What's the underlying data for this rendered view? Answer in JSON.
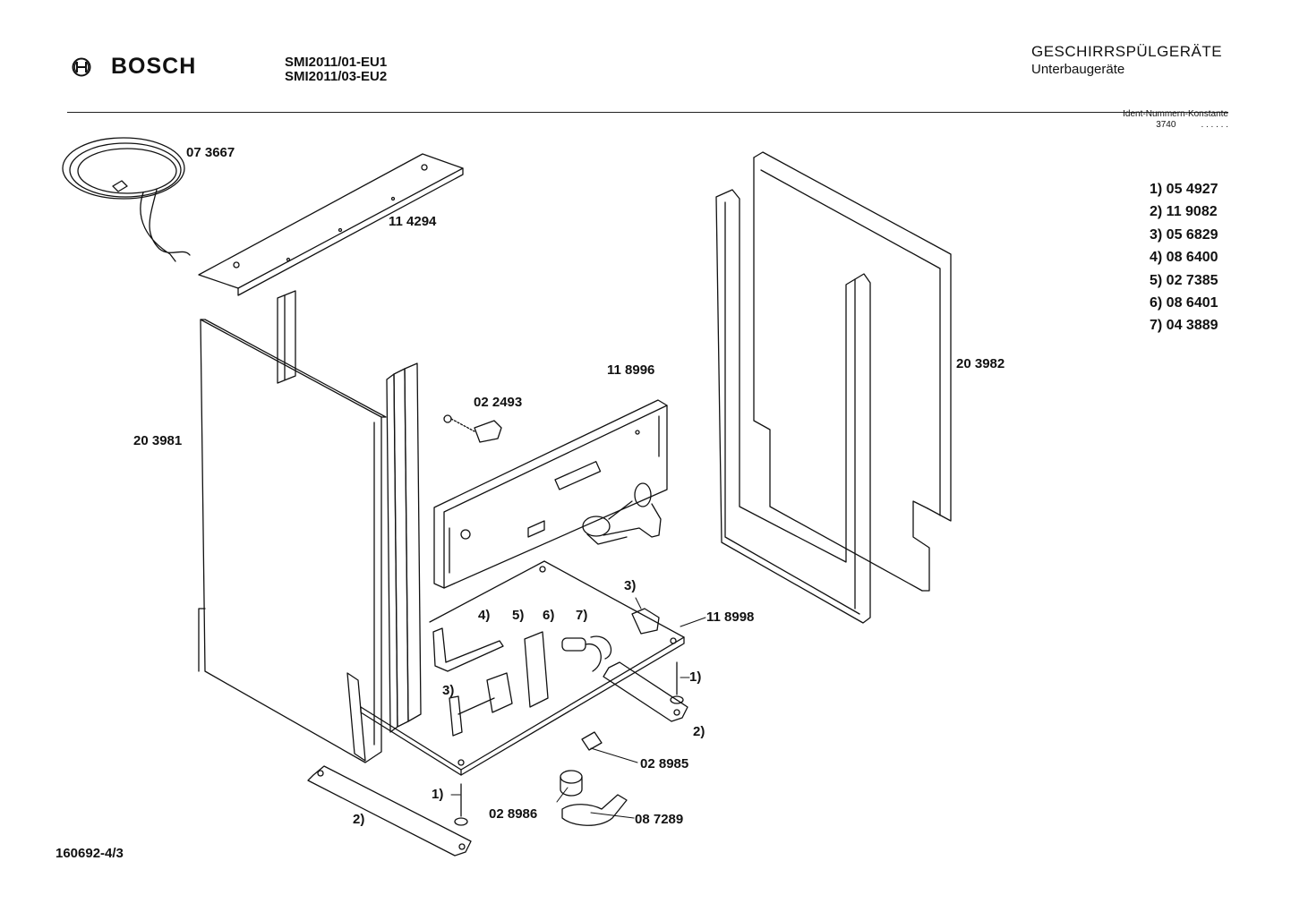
{
  "header": {
    "brand": "BOSCH",
    "models": [
      "SMI2011/01-EU1",
      "SMI2011/03-EU2"
    ],
    "category_title": "GESCHIRRSPÜLGERÄTE",
    "category_subtitle": "Unterbaugeräte",
    "ident_label": "Ident-Nummern-Konstante",
    "ident_code": "3740",
    "ident_dots": ". .   . . . ."
  },
  "legend": [
    "1)  05 4927",
    "2)  11 9082",
    "3)  05 6829",
    "4)  08 6400",
    "5)  02 7385",
    "6)  08 6401",
    "7)  04 3889"
  ],
  "parts": {
    "power_cord": "07 3667",
    "top_strip": "11 4294",
    "side_panel_left": "20 3981",
    "side_panel_right": "20 3982",
    "rear_panel": "11 8996",
    "hinge_screw": "02 2493",
    "base_plate": "11 8998",
    "part_028985": "02 8985",
    "part_028986": "02 8986",
    "part_087289": "08 7289",
    "ref_1_right": "1)",
    "ref_1_left": "1)",
    "ref_2_right": "2)",
    "ref_2_left": "2)",
    "ref_3_top": "3)",
    "ref_3_bottom": "3)",
    "ref_4": "4)",
    "ref_5": "5)",
    "ref_6": "6)",
    "ref_7": "7)"
  },
  "footer": {
    "doc_number": "160692-4/3"
  },
  "icons": {
    "brand_logo": "bosch-armature-icon"
  }
}
